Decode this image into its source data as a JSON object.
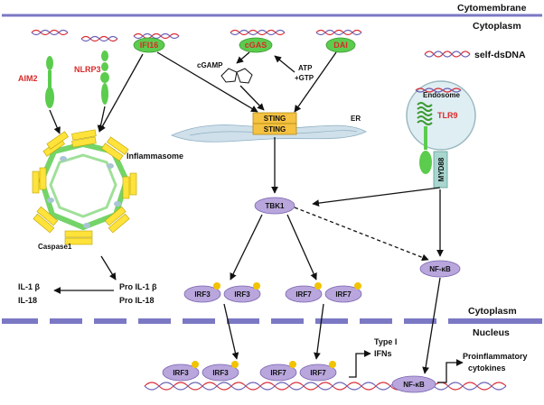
{
  "compartments": {
    "cytomembrane": "Cytomembrane",
    "cytoplasm_top": "Cytoplasm",
    "cytoplasm_bottom": "Cytoplasm",
    "nucleus": "Nucleus"
  },
  "legend": {
    "self_dsdna": "self-dsDNA"
  },
  "sensors": {
    "aim2": "AIM2",
    "nlrp3": "NLRP3",
    "ifi16": "IFI16",
    "cgas": "cGAS",
    "dai": "DAI",
    "tlr9": "TLR9",
    "myd88": "MYD88"
  },
  "labels": {
    "cgamp": "cGAMP",
    "atp_gtp": [
      "ATP",
      "+GTP"
    ],
    "sting": "STING",
    "er": "ER",
    "endosome": "Endosome",
    "inflammasome": "Inflammasome",
    "caspase1": "Caspase1",
    "il1b": "IL-1 β",
    "il18": "IL-18",
    "pro_il1b": "Pro IL-1 β",
    "pro_il18": "Pro IL-18",
    "tbk1": "TBK1",
    "nfkb": "NF-κB",
    "irf3": "IRF3",
    "irf7": "IRF7",
    "type1_ifns": [
      "Type I",
      "IFNs"
    ],
    "proinflammatory": [
      "Proinflammatory",
      "cytokines"
    ]
  },
  "colors": {
    "membrane": "#7b78c4",
    "sensor_green": "#5ccc4e",
    "sensor_text_red": "#d92a2a",
    "node_purple": "#b8a6dc",
    "phospho_yellow": "#f2c300",
    "sting_yellow": "#f5c242",
    "er_blue": "#cfe0ea",
    "endosome_fill": "#dfeef2",
    "myd88_teal": "#a8d6cf",
    "dna_red": "#d8303a",
    "dna_purple": "#6b63b5"
  }
}
